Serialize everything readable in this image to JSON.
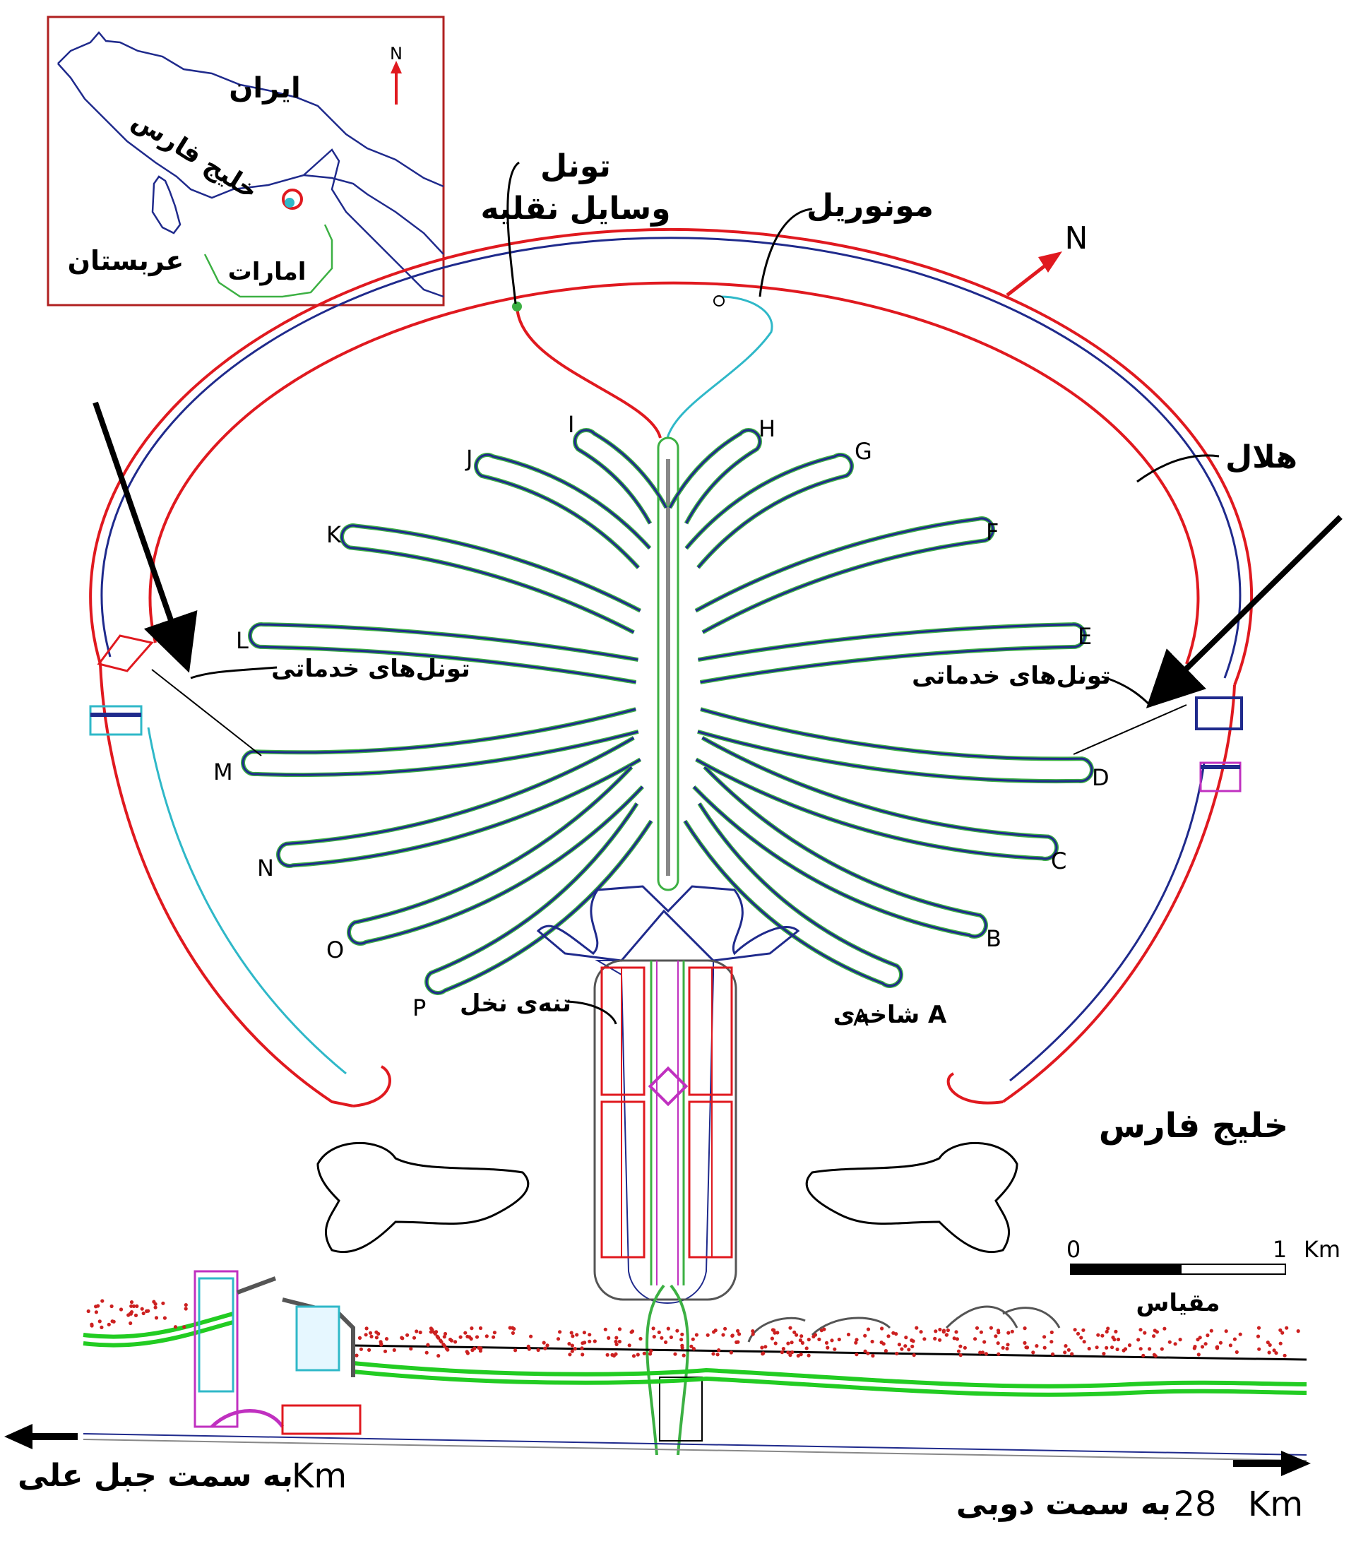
{
  "inset": {
    "iran": "ایران",
    "gulf": "خلیج فارس",
    "arabia": "عربستان",
    "emirates": "امارات",
    "north": "N"
  },
  "labels": {
    "vehicle_tunnel": "تونل",
    "vehicle_tunnel_2": "وسایل نقلیه",
    "monorail": "مونوریل",
    "crescent": "هلال",
    "service_tunnels_left": "تونل‌های خدماتی",
    "service_tunnels_right": "تونل‌های خدماتی",
    "trunk": "تنه‌ی نخل",
    "frond_a": "شاخه‌ی A",
    "persian_gulf": "خلیج فارس",
    "north": "N"
  },
  "fronds": {
    "A": "A",
    "B": "B",
    "C": "C",
    "D": "D",
    "E": "E",
    "F": "F",
    "G": "G",
    "H": "H",
    "I": "I",
    "J": "J",
    "K": "K",
    "L": "L",
    "M": "M",
    "N": "N",
    "O": "O",
    "P": "P"
  },
  "scale": {
    "zero": "0",
    "one": "1",
    "unit": "Km",
    "caption": "مقیاس"
  },
  "directions": {
    "jebel_ali": "به سمت جبل علی",
    "jebel_ali_unit": "Km",
    "dubai": "به سمت دوبی",
    "dubai_distance": "28",
    "dubai_unit": "Km"
  },
  "colors": {
    "crescent_red": "#e0191f",
    "crescent_blue": "#1f2a8c",
    "frond_green": "#3cb043",
    "frond_blue": "#1f2a8c",
    "tunnel_cyan": "#2fb8c8",
    "inset_border": "#b02020",
    "coast_green": "#22cc22",
    "dots_red": "#cc2020"
  }
}
